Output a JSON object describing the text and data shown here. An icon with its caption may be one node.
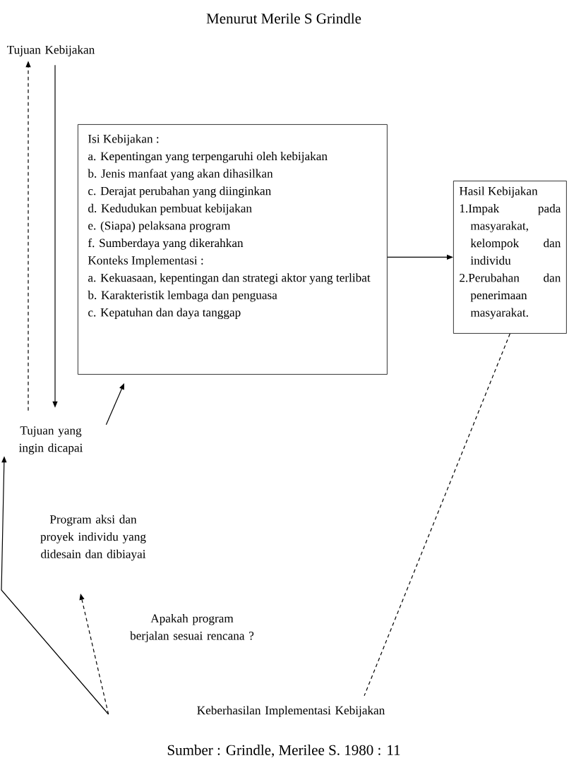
{
  "diagram": {
    "title": "Menurut Merile S Grindle",
    "caption": "Sumber : Grindle, Merilee S. 1980 : 11",
    "nodes": [
      {
        "text": [
          "Tujuan Kebijakan"
        ]
      },
      {
        "text": [
          "Isi Kebijakan :",
          "a. Kepentingan yang terpengaruhi oleh kebijakan",
          "b. Jenis manfaat yang akan dihasilkan",
          "c. Derajat perubahan yang diinginkan",
          "d. Kedudukan pembuat kebijakan",
          "e. (Siapa) pelaksana program",
          "f. Sumberdaya yang dikerahkan",
          "Konteks Implementasi :",
          "a. Kekuasaan, kepentingan dan strategi aktor yang terlibat",
          "b. Karakteristik lembaga dan penguasa",
          "c. Kepatuhan dan daya tanggap"
        ]
      },
      {
        "text": [
          "Hasil Kebijakan",
          "1.Impak pada masyarakat, kelompok dan individu",
          "2.Perubahan dan penerimaan masyarakat."
        ]
      },
      {
        "text": [
          "Tujuan yang ingin dicapai"
        ]
      },
      {
        "text": [
          "Program aksi dan proyek individu yang didesain dan dibiayai"
        ]
      },
      {
        "text": [
          "Keberhasilan Implementasi Kebijakan"
        ]
      }
    ],
    "edges": [
      {
        "from": 3,
        "to": 0,
        "arrow": "to",
        "style": "dashed"
      },
      {
        "from": 0,
        "to": 3,
        "arrow": "to"
      },
      {
        "from": 3,
        "to": 1,
        "arrow": "to"
      },
      {
        "from": 1,
        "to": 2,
        "arrow": "to"
      },
      {
        "from": 2,
        "to": 5,
        "arrow": "none",
        "style": "dashed"
      },
      {
        "from": 5,
        "to": 3,
        "arrow": "to"
      },
      {
        "from": 5,
        "to": 4,
        "arrow": "to",
        "style": "dashed",
        "label": "Apakah program berjalan sesuai rencana ?"
      }
    ]
  }
}
